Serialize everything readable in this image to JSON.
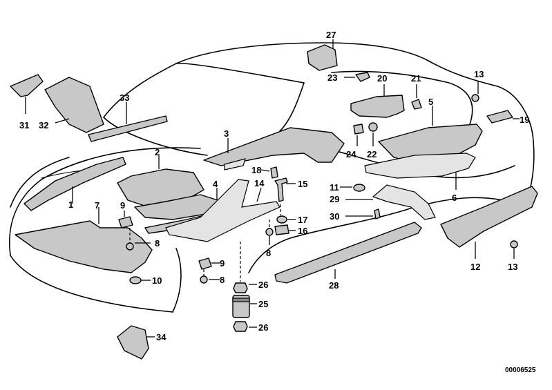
{
  "callouts": {
    "c1": "1",
    "c2": "2",
    "c3": "3",
    "c4": "4",
    "c5": "5",
    "c6": "6",
    "c7": "7",
    "c8a": "8",
    "c8b": "8",
    "c8c": "8",
    "c9a": "9",
    "c9b": "9",
    "c10": "10",
    "c11": "11",
    "c12": "12",
    "c13a": "13",
    "c13b": "13",
    "c14": "14",
    "c15": "15",
    "c16": "16",
    "c17": "17",
    "c18": "18",
    "c19": "19",
    "c20": "20",
    "c21": "21",
    "c22": "22",
    "c23": "23",
    "c24": "24",
    "c25": "25",
    "c26a": "26",
    "c26b": "26",
    "c27": "27",
    "c28": "28",
    "c29": "29",
    "c30": "30",
    "c31": "31",
    "c32": "32",
    "c33": "33",
    "c34": "34"
  },
  "document_number": "00006525"
}
